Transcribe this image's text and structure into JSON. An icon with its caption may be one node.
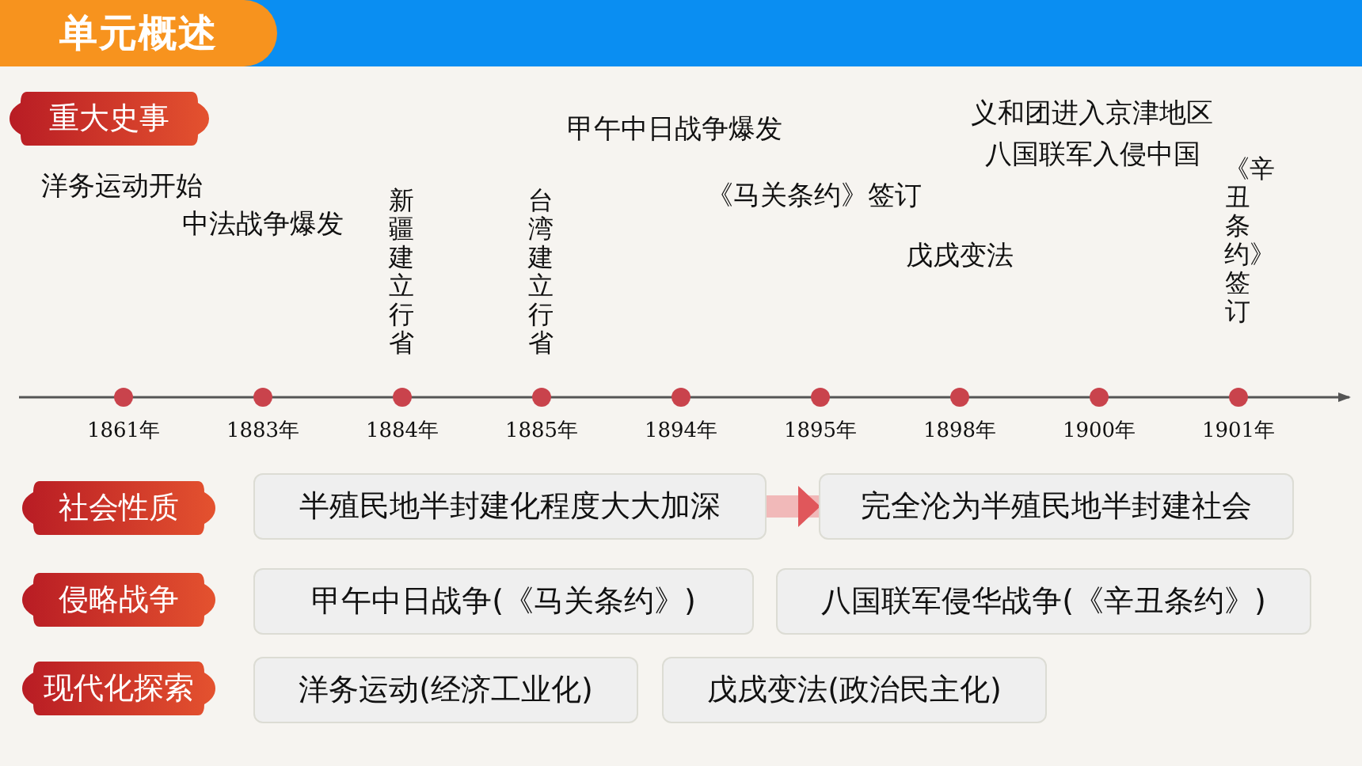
{
  "diagram": {
    "title": "单元概述",
    "nodes": [
      {
        "text": [
          "重大史事"
        ]
      },
      {
        "text": [
          "社会性质"
        ]
      },
      {
        "text": [
          "半殖民地半封建化程度大大加深"
        ]
      },
      {
        "text": [
          "完全沦为半殖民地半封建社会"
        ]
      },
      {
        "text": [
          "侵略战争"
        ]
      },
      {
        "text": [
          "甲午中日战争(《马关条约》)"
        ]
      },
      {
        "text": [
          "八国联军侵华战争(《辛丑条约》)"
        ]
      },
      {
        "text": [
          "现代化探索"
        ]
      },
      {
        "text": [
          "洋务运动(经济工业化)"
        ]
      },
      {
        "text": [
          "戊戌变法(政治民主化)"
        ]
      }
    ],
    "edges": [
      {
        "from": 2,
        "to": 3,
        "arrow": "to"
      }
    ],
    "labels": [
      "甲午中日战争爆发",
      "义和团进入京津地区",
      "八国联军入侵中国",
      "洋务运动开始",
      "《马关条约》签订",
      "中法战争爆发",
      "新疆建立行省",
      "台湾建立行省",
      "《辛丑条约》签订",
      "戊戌变法",
      "1861年",
      "1883年",
      "1884年",
      "1885年",
      "1894年",
      "1895年",
      "1898年",
      "1900年",
      "1901年"
    ]
  }
}
